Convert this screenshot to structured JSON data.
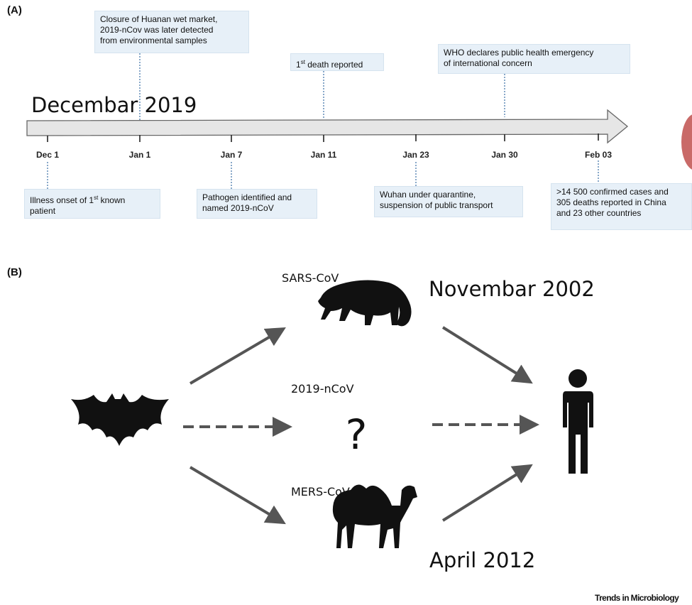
{
  "panel_a": {
    "label": "(A)",
    "period_label": "Decembar 2019",
    "ticks": [
      "Dec 1",
      "Jan 1",
      "Jan 7",
      "Jan 11",
      "Jan 23",
      "Jan 30",
      "Feb 03"
    ],
    "events_above": [
      {
        "lines": [
          "Closure of Huanan wet market,",
          "2019-nCov was later detected",
          "from environmental samples"
        ]
      },
      {
        "lines": [
          "1st death reported"
        ]
      },
      {
        "lines": [
          "WHO declares public health emergency",
          "of international concern"
        ]
      }
    ],
    "events_below": [
      {
        "lines": [
          "Illness onset of 1st known",
          "patient"
        ]
      },
      {
        "lines": [
          "Pathogen identified and",
          "named 2019-nCoV"
        ]
      },
      {
        "lines": [
          "Wuhan under quarantine,",
          "suspension of public transport"
        ]
      },
      {
        "lines": [
          ">14 500 confirmed cases and",
          "305 deaths reported in China",
          "and 23 other countries"
        ]
      }
    ]
  },
  "panel_b": {
    "label": "(B)",
    "sars": {
      "name": "SARS-CoV",
      "date": "Novembar 2002"
    },
    "ncov": {
      "name": "2019-nCoV",
      "unknown_mark": "?"
    },
    "mers": {
      "name": "MERS-CoV",
      "date": "April 2012"
    },
    "icons": [
      "bat-icon",
      "civet-icon",
      "camel-icon",
      "human-icon"
    ]
  },
  "credit": "Trends in Microbiology",
  "colors": {
    "box_fill": "#e7f0f8",
    "arrow_fill": "#e6e6e6",
    "arrow_gray": "#555555",
    "leader": "#3a6ea5"
  }
}
